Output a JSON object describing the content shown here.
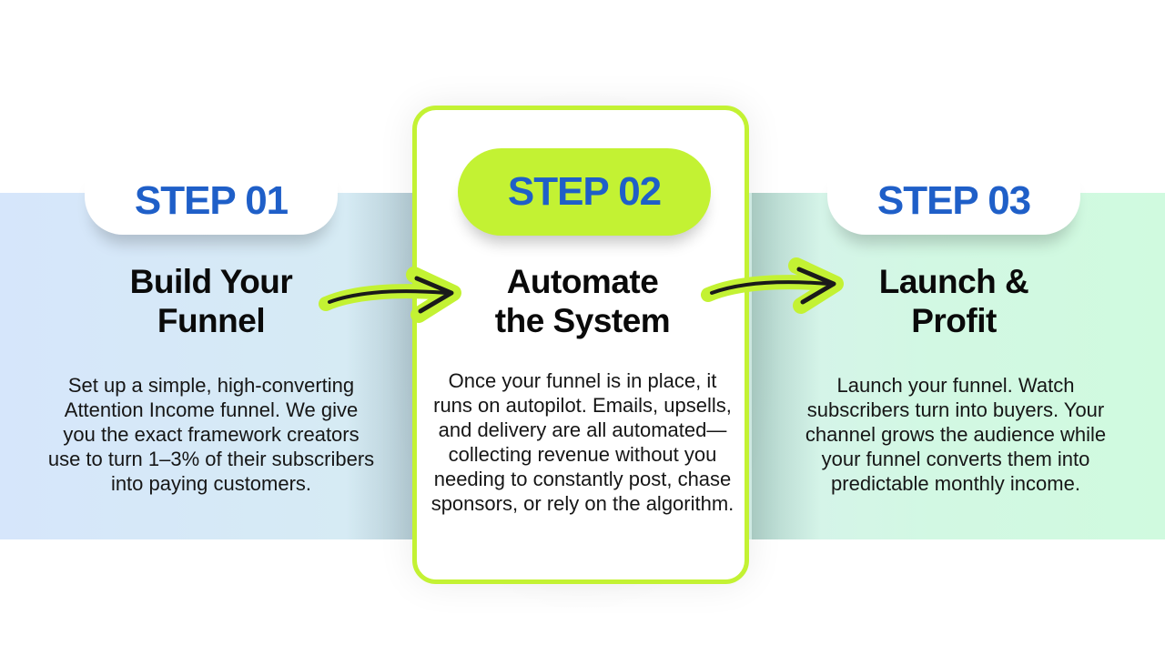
{
  "colors": {
    "step_label": "#1f5fc8",
    "accent_green": "#c3f233",
    "title_text": "#0a0a0a",
    "body_text": "#161616",
    "band_left": "#d6e6fb",
    "band_right": "#d0fadf"
  },
  "steps": [
    {
      "label": "STEP 01",
      "title_line1": "Build Your",
      "title_line2": "Funnel",
      "description": "Set up a simple, high-converting Attention Income funnel. We give you the exact framework creators use to turn 1–3% of their subscribers into paying customers."
    },
    {
      "label": "STEP 02",
      "title_line1": "Automate",
      "title_line2": "the System",
      "description": "Once your funnel is in place, it runs on autopilot. Emails, upsells, and delivery are all automated—collecting revenue without you needing to constantly post, chase sponsors, or rely on the algorithm.",
      "highlighted": true
    },
    {
      "label": "STEP 03",
      "title_line1": "Launch &",
      "title_line2": "Profit",
      "description": "Launch your funnel. Watch subscribers turn into buyers. Your channel grows the audience while your funnel converts them into predictable monthly income."
    }
  ],
  "connectors": [
    {
      "from": "STEP 01",
      "to": "STEP 02",
      "icon": "hand-drawn-arrow-right-icon"
    },
    {
      "from": "STEP 02",
      "to": "STEP 03",
      "icon": "hand-drawn-arrow-right-icon"
    }
  ]
}
